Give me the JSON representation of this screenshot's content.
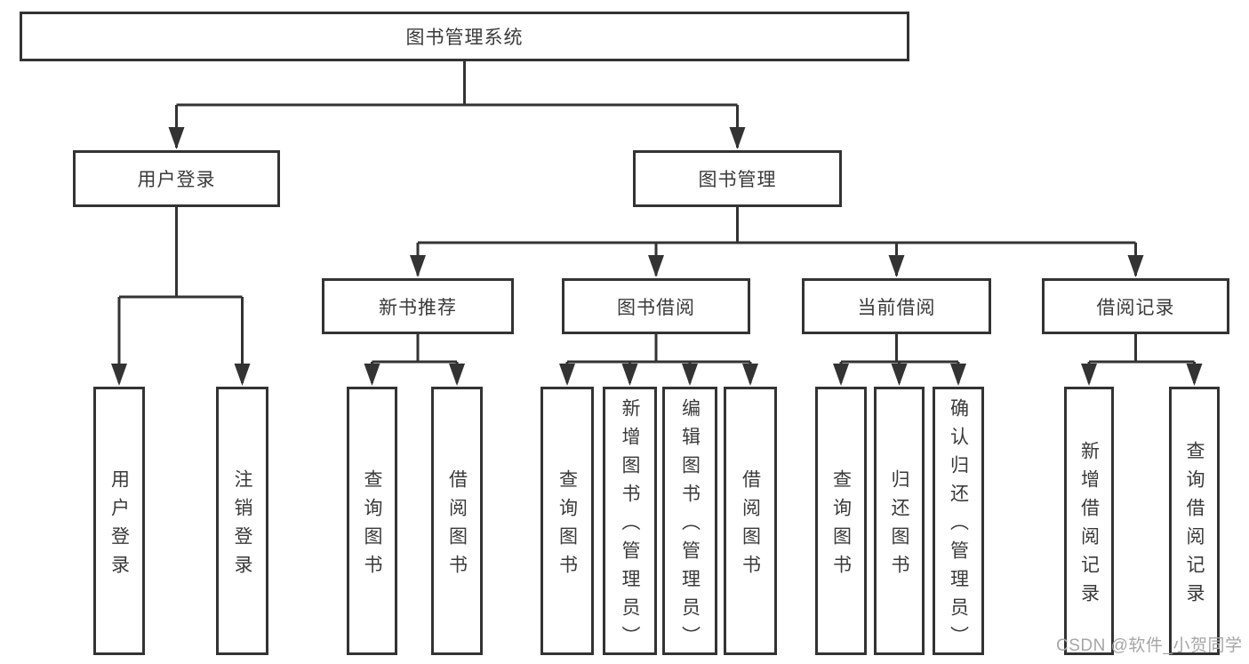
{
  "diagram": {
    "type": "hierarchy-tree",
    "colors": {
      "line": "#333333",
      "text": "#3a3a3a",
      "background": "#ffffff",
      "watermark_text_color": "#a6a6a6"
    },
    "tree": {
      "root": "图书管理系统",
      "children": [
        {
          "label": "用户登录",
          "children": [
            {
              "label": "用户登录"
            },
            {
              "label": "注销登录"
            }
          ]
        },
        {
          "label": "图书管理",
          "children": [
            {
              "label": "新书推荐",
              "children": [
                {
                  "label": "查询图书"
                },
                {
                  "label": "借阅图书"
                }
              ]
            },
            {
              "label": "图书借阅",
              "children": [
                {
                  "label": "查询图书"
                },
                {
                  "label": "新增图书（管理员）"
                },
                {
                  "label": "编辑图书（管理员）"
                },
                {
                  "label": "借阅图书"
                }
              ]
            },
            {
              "label": "当前借阅",
              "children": [
                {
                  "label": "查询图书"
                },
                {
                  "label": "归还图书"
                },
                {
                  "label": "确认归还（管理员）"
                }
              ]
            },
            {
              "label": "借阅记录",
              "children": [
                {
                  "label": "新增借阅记录"
                },
                {
                  "label": "查询借阅记录"
                }
              ]
            }
          ]
        }
      ]
    },
    "watermark": "CSDN @软件_小贺同学"
  }
}
